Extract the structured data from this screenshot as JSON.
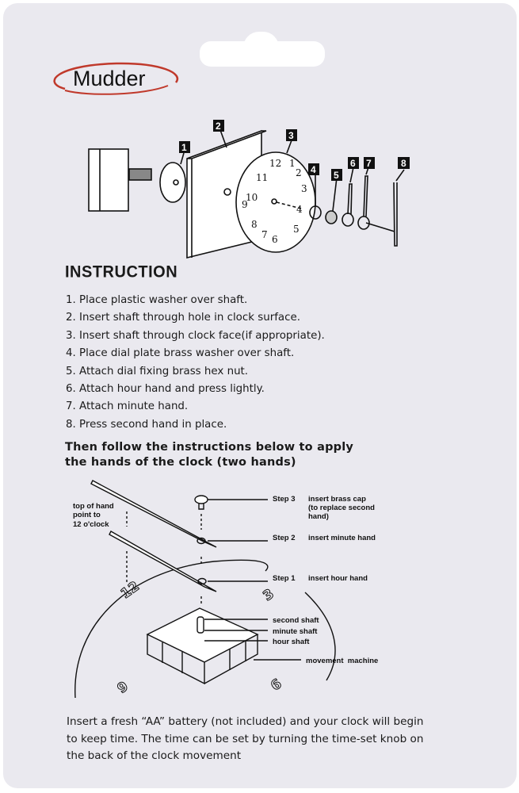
{
  "brand": {
    "logo": "Mudder",
    "accent": "#c0392b"
  },
  "parts_diagram": {
    "labels": [
      "1",
      "2",
      "3",
      "4",
      "5",
      "6",
      "7",
      "8"
    ]
  },
  "instruction": {
    "heading": "INSTRUCTION",
    "steps": [
      "1. Place plastic washer over shaft.",
      "2. Insert shaft through hole in clock surface.",
      "3. Insert shaft through clock face(if appropriate).",
      "4. Place dial plate brass washer over shaft.",
      "5. Attach dial fixing brass hex nut.",
      "6. Attach hour hand and press lightly.",
      "7. Attach minute hand.",
      "8. Press second hand in place."
    ]
  },
  "hands_section": {
    "intro_line1": "Then follow the instructions below to apply",
    "intro_line2": "the hands of the clock (two hands)",
    "note": [
      "top of hand",
      "point to",
      "12 o'clock"
    ],
    "step3": {
      "label": "Step 3",
      "text": [
        "insert brass cap",
        "(to replace second",
        "hand)"
      ]
    },
    "step2": {
      "label": "Step 2",
      "text": "insert minute hand"
    },
    "step1": {
      "label": "Step 1",
      "text": "insert hour hand"
    },
    "parts": {
      "second": "second shaft",
      "minute": "minute shaft",
      "hour": "hour shaft",
      "machine": "movement  machine"
    },
    "dial_numbers": {
      "twelve": "12",
      "three": "3",
      "nine": "9",
      "six": "6"
    }
  },
  "footer": {
    "line1": "Insert a fresh  “AA” battery (not included) and your clock will begin",
    "line2": "to keep time. The time can be set by turning the time-set knob on",
    "line3": "the back of the clock movement"
  }
}
